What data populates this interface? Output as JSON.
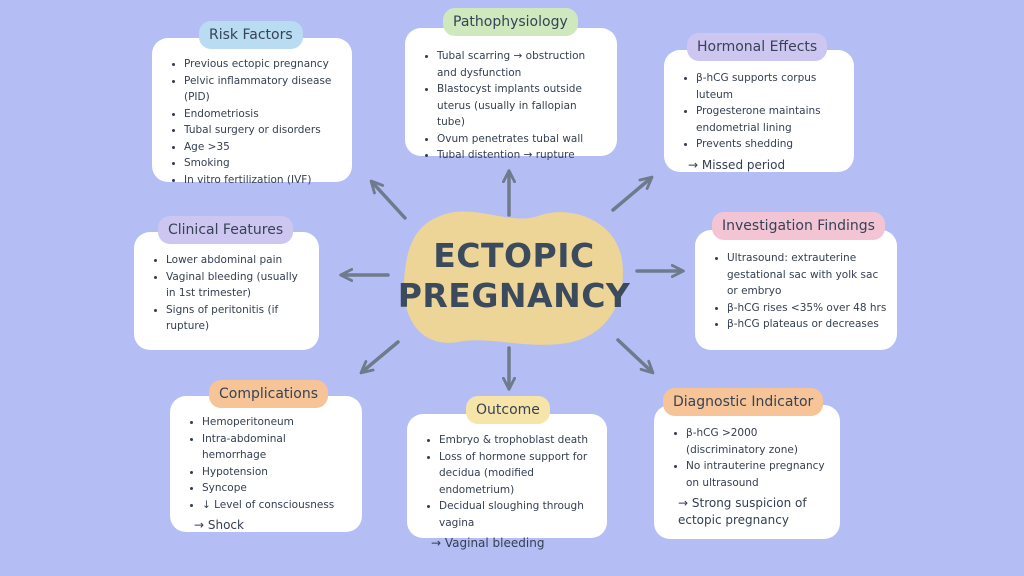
{
  "center": {
    "line1": "ECTOPIC",
    "line2": "PREGNANCY"
  },
  "risk_factors": {
    "title": "Risk Factors",
    "items": [
      "Previous ectopic pregnancy",
      "Pelvic inflammatory disease (PID)",
      "Endometriosis",
      "Tubal surgery or disorders",
      "Age >35",
      "Smoking",
      "In vitro fertilization (IVF)"
    ]
  },
  "pathophysiology": {
    "title": "Pathophysiology",
    "items": [
      "Tubal scarring → obstruction and dysfunction",
      "Blastocyst implants outside uterus (usually in fallopian tube)",
      "Ovum penetrates tubal wall",
      "Tubal distention → rupture"
    ]
  },
  "hormonal_effects": {
    "title": "Hormonal Effects",
    "items": [
      "β-hCG supports corpus luteum",
      "Progesterone maintains endometrial lining",
      "Prevents shedding"
    ],
    "result": "→ Missed period"
  },
  "clinical_features": {
    "title": "Clinical Features",
    "items": [
      "Lower abdominal pain",
      "Vaginal bleeding (usually in 1st trimester)",
      "Signs of peritonitis (if rupture)"
    ]
  },
  "investigation_findings": {
    "title": "Investigation Findings",
    "items": [
      "Ultrasound: extrauterine gestational sac with yolk sac or embryo",
      "β-hCG rises <35% over 48 hrs",
      "β-hCG plateaus or decreases"
    ]
  },
  "complications": {
    "title": "Complications",
    "items": [
      "Hemoperitoneum",
      "Intra-abdominal hemorrhage",
      "Hypotension",
      "Syncope",
      "↓ Level of consciousness"
    ],
    "result": "→ Shock"
  },
  "outcome": {
    "title": "Outcome",
    "items": [
      "Embryo & trophoblast death",
      "Loss of hormone support for decidua (modified endometrium)",
      "Decidual sloughing through vagina"
    ],
    "result": "→ Vaginal bleeding"
  },
  "diagnostic_indicator": {
    "title": "Diagnostic Indicator",
    "items": [
      "β-hCG >2000 (discriminatory zone)",
      "No intrauterine pregnancy on ultrasound"
    ],
    "result": "→ Strong suspicion of ectopic pregnancy"
  },
  "colors": {
    "background": "#b4bef4",
    "center_blob": "#ecd596",
    "arrow": "#6f7a8c",
    "pill_blue": "#b9dcf2",
    "pill_green": "#cfe8be",
    "pill_lavender": "#cdc6f0",
    "pill_pink": "#f2c4d4",
    "pill_orange": "#f6c497",
    "pill_yellow": "#f6e4a8"
  }
}
